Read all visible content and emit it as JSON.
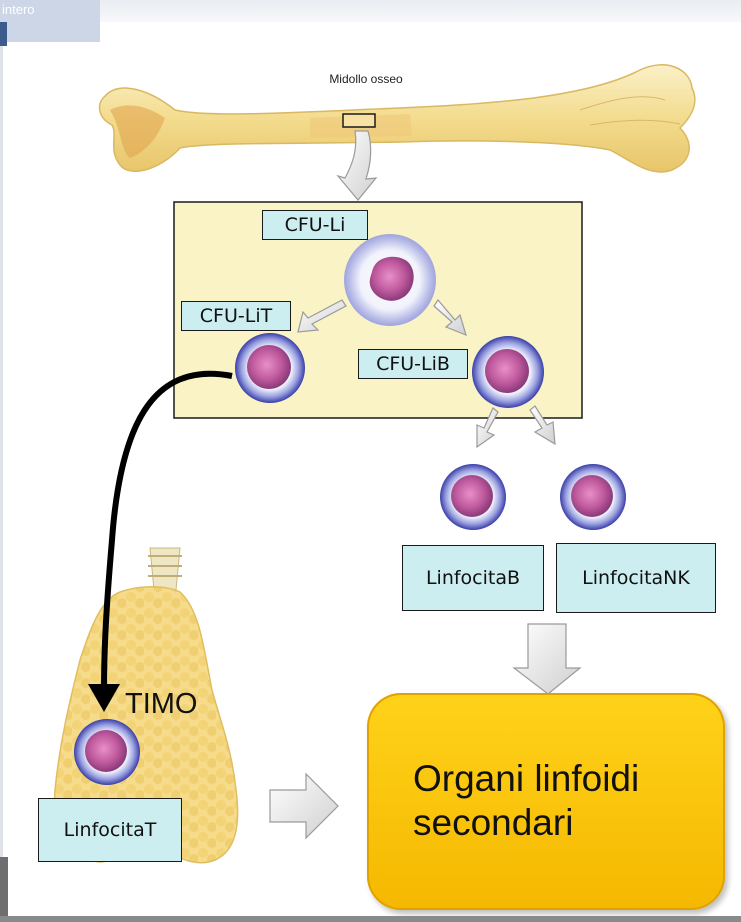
{
  "header": {
    "tab_label": "intero"
  },
  "diagram": {
    "bone_label": "Midollo osseo",
    "cells": {
      "cfu_li": "CFU-Li",
      "cfu_lit": "CFU-LiT",
      "cfu_lib": "CFU-LiB",
      "linfocita_b": "LinfocitaB",
      "linfocita_nk": "LinfocitaNK",
      "linfocita_t": "LinfocitaT"
    },
    "thymus_label": "TIMO",
    "destination": {
      "line1": "Organi linfoidi",
      "line2": "secondari"
    }
  }
}
